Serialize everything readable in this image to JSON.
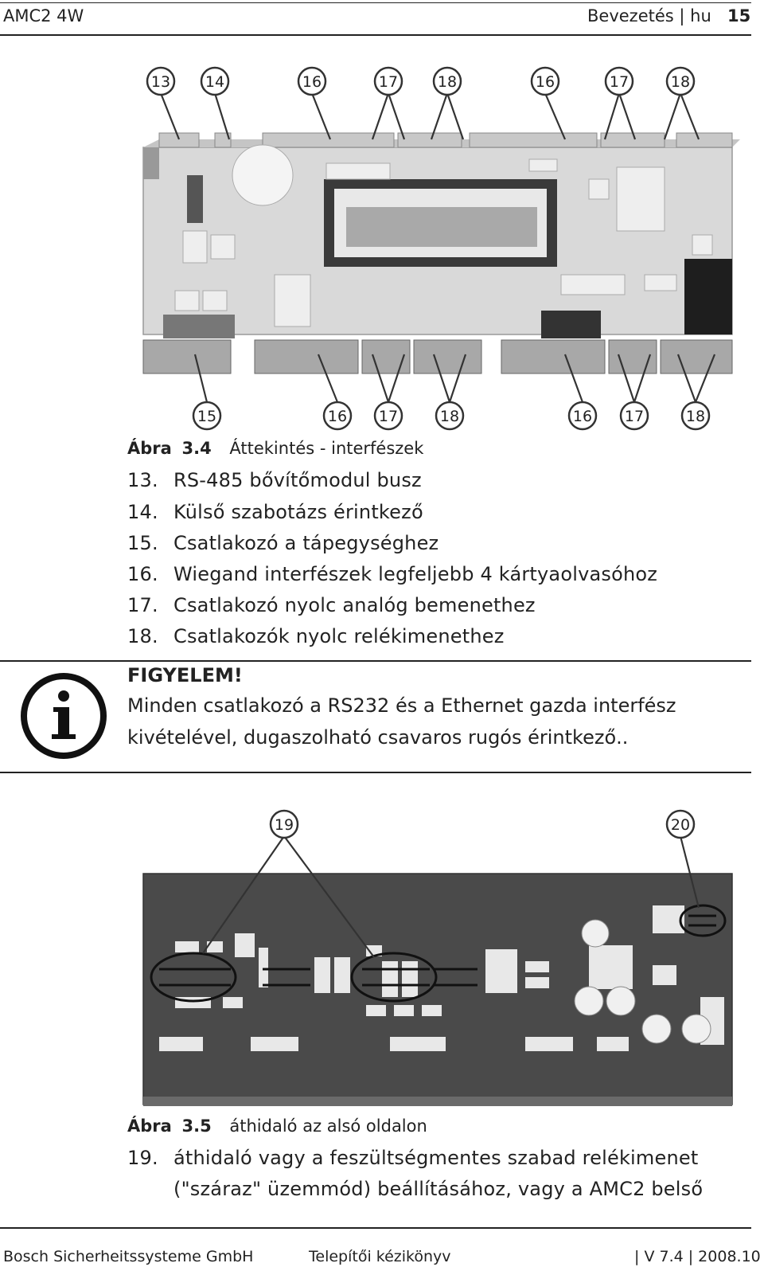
{
  "header": {
    "left": "AMC2 4W",
    "right_section": "Bevezetés | hu",
    "page_number": "15"
  },
  "figure1": {
    "callouts_top": [
      "13",
      "14",
      "16",
      "17",
      "18",
      "16",
      "17",
      "18"
    ],
    "callouts_bottom": [
      "15",
      "16",
      "17",
      "18",
      "16",
      "17",
      "18"
    ],
    "caption_label": "Ábra",
    "caption_number": "3.4",
    "caption_text": "Áttekintés - interfészek"
  },
  "list1": [
    {
      "num": "13.",
      "text": "RS-485 bővítőmodul busz"
    },
    {
      "num": "14.",
      "text": "Külső szabotázs érintkező"
    },
    {
      "num": "15.",
      "text": "Csatlakozó a tápegységhez"
    },
    {
      "num": "16.",
      "text": "Wiegand interfészek legfeljebb 4 kártyaolvasóhoz"
    },
    {
      "num": "17.",
      "text": "Csatlakozó nyolc analóg bemenethez"
    },
    {
      "num": "18.",
      "text": "Csatlakozók nyolc relékimenethez"
    }
  ],
  "notice": {
    "icon": "info-icon",
    "title": "FIGYELEM!",
    "line1": "Minden csatlakozó a RS232 és a Ethernet gazda interfész",
    "line2": "kivételével, dugaszolható csavaros rugós érintkező.."
  },
  "figure2": {
    "callouts": [
      "19",
      "20"
    ],
    "caption_label": "Ábra",
    "caption_number": "3.5",
    "caption_text": "áthidaló az alsó oldalon"
  },
  "list2": [
    {
      "num": "19.",
      "line1": "áthidaló vagy a feszültségmentes szabad relékimenet",
      "line2": "(\"száraz\" üzemmód) beállításához, vagy a AMC2 belső"
    }
  ],
  "footer": {
    "left": "Bosch Sicherheitssysteme GmbH",
    "center": "Telepítői kézikönyv",
    "right": "| V 7.4 | 2008.10"
  },
  "colors": {
    "text": "#222222",
    "board_top": "#d8d8d8",
    "board_bottom": "#4a4a4a",
    "lcd_frame": "#3a3a3a",
    "lcd_screen": "#a9a9a9"
  }
}
